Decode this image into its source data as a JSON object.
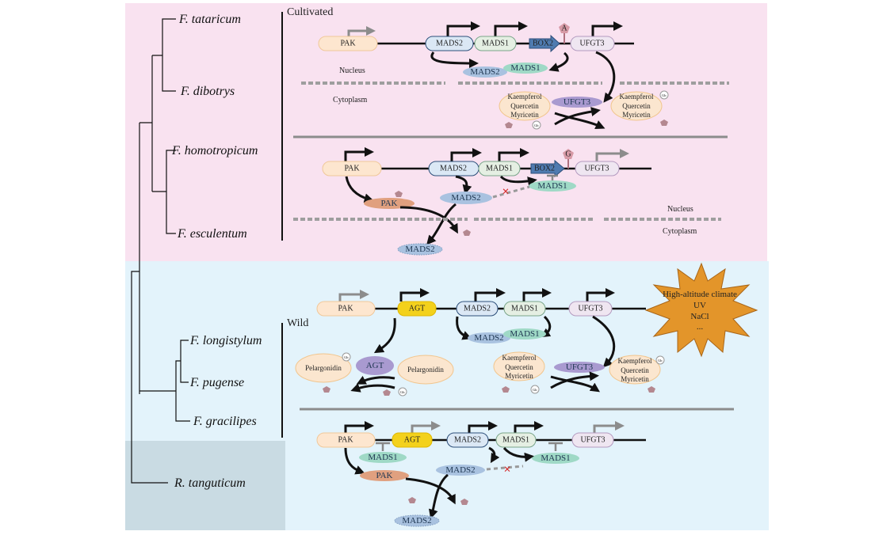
{
  "tree": {
    "species": [
      "F. tataricum",
      "F. dibotrys",
      "F. homotropicum",
      "F. esculentum",
      "F. longistylum",
      "F. pugense",
      "F. gracilipes",
      "R. tanguticum"
    ]
  },
  "groups": {
    "cultivated": "Cultivated",
    "wild": "Wild"
  },
  "compartments": {
    "nucleus": "Nucleus",
    "cytoplasm": "Cytoplasm"
  },
  "genes": {
    "pak": "PAK",
    "mads2": "MADS2",
    "mads1": "MADS1",
    "box2": "BOX2",
    "ufgt3": "UFGT3",
    "agt": "AGT"
  },
  "marks": {
    "a": "A",
    "g": "G"
  },
  "metabolites": {
    "flavonols": [
      "Kaempferol",
      "Quercetin",
      "Myricetin"
    ],
    "anthocyanidin": "Pelargonidin",
    "glc": "Glc"
  },
  "stress": {
    "lines": [
      "High-altitude climate",
      "UV",
      "NaCl",
      "..."
    ]
  },
  "colors": {
    "cultivated_bg": "#f9e2f0",
    "wild_bg": "#e3f3fb",
    "outgroup_bg": "#c9dbe3",
    "stress": "#e3952a",
    "agt": "#f3d11c",
    "inhibition": "#d62a2a"
  }
}
